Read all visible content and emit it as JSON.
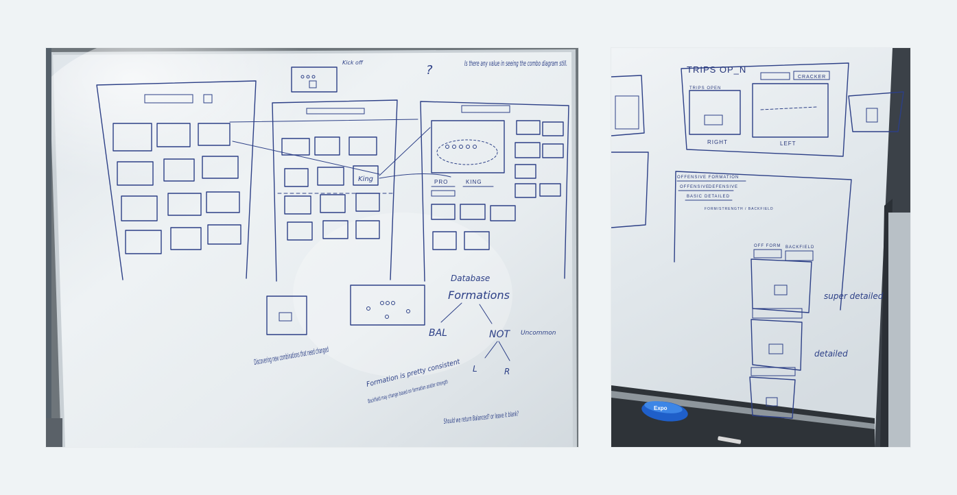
{
  "left_photo": {
    "notes": {
      "question_mark": "?",
      "combo_value": "Is there any value in seeing the combo diagram still.",
      "small_label": "Kick off",
      "king_button": "King",
      "pro_label": "PRO",
      "king_label": "KING",
      "database": "Database",
      "formations": "Formations",
      "bal": "BAL",
      "not": "NOT",
      "uncommon": "Uncommon",
      "discovering": "Discovering new combinations that need changed",
      "formation_consistent": "Formation is pretty consistent",
      "backfield_change": "Backfield may change based on formation and/or strength",
      "return_balanced": "Should we return Balanced? or leave it blank?",
      "l_mark": "L",
      "r_mark": "R"
    }
  },
  "right_photo": {
    "notes": {
      "title": "TRIPS OP_N",
      "tab_label": "CRACKER",
      "panel_label": "TRIPS OPEN",
      "right": "RIGHT",
      "left": "LEFT",
      "section_title": "OFFENSIVE FORMATION",
      "tab_offensive": "OFFENSIVE",
      "tab_defensive": "DEFENSIVE",
      "tab_basic": "BASIC",
      "tab_detailed": "DETAILED",
      "sub_tabs": "FORM/STRENGTH / BACKFIELD",
      "off_form": "OFF FORM",
      "backfield": "BACKFIELD",
      "super_detailed": "super detailed",
      "detailed": "detailed",
      "eraser_brand": "Expo"
    }
  }
}
